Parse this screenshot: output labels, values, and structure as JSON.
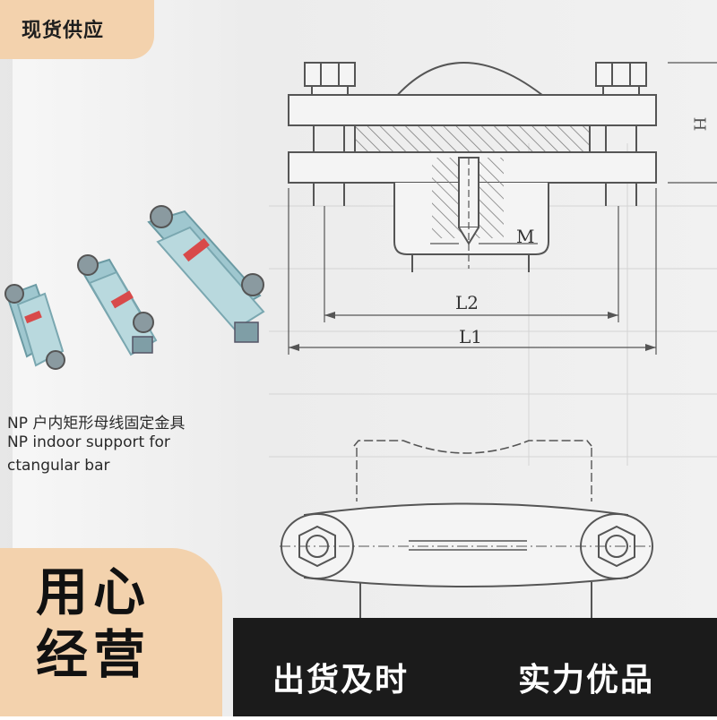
{
  "top_tag": {
    "label": "现货供应"
  },
  "product_caption": {
    "line1": "NP 户内矩形母线固定金具",
    "line2": "NP indoor support for",
    "line3": "ctangular bar"
  },
  "drawing_labels": {
    "h": "H",
    "m": "M",
    "l2": "L2",
    "l1": "L1"
  },
  "badge": {
    "line1": "用心",
    "line2": "经营"
  },
  "slogans": {
    "left": "出货及时",
    "right": "实力优品"
  },
  "colors": {
    "badge_bg": "#f3d2ad",
    "bar_bg": "#1b1b1b",
    "part_blue": "#9fc7cf",
    "part_red": "#d84a4a"
  }
}
